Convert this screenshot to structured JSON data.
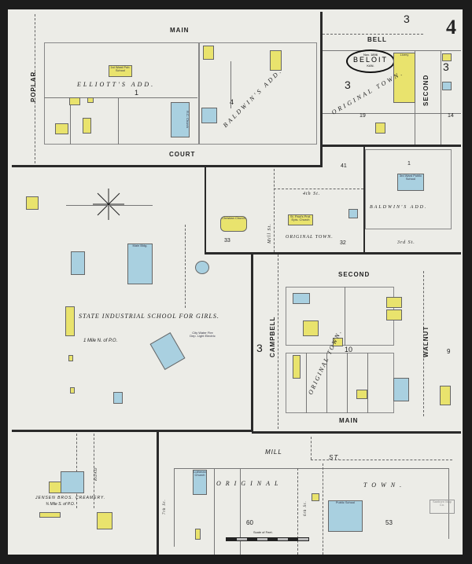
{
  "sheet_number": "4",
  "title_cartouche": {
    "date": "Nov. 1896",
    "town": "BELOIT",
    "state": "KAN."
  },
  "streets": {
    "main_top": "MAIN",
    "poplar": "POPLAR",
    "court": "COURT",
    "bell": "BELL",
    "second_right": "SECOND",
    "second_mid": "SECOND",
    "campbell": "CAMPBELL",
    "walnut": "WALNUT",
    "main_bottom": "MAIN",
    "fourth_st": "4th St.",
    "mill_st_vert": "Mill St.",
    "third_st": "3rd St.",
    "mill": "MILL",
    "st": "ST.",
    "road": "ROAD",
    "seventh_st": "7th St.",
    "sixth_st": "6th St."
  },
  "additions": {
    "elliotts": "ELLIOTT'S ADD.",
    "baldwins_top": "BALDWIN'S ADD.",
    "baldwins_right": "BALDWIN'S ADD.",
    "original_town_top": "ORIGINAL TOWN.",
    "original_town_mid": "ORIGINAL TOWN.",
    "original_town_right": "ORIGINAL TOWN.",
    "original_bottom": "ORIGINAL",
    "town_bottom": "TOWN."
  },
  "block_numbers": [
    "1",
    "4",
    "3",
    "3",
    "19",
    "14",
    "3",
    "41",
    "1",
    "33",
    "32",
    "3",
    "10",
    "9",
    "60",
    "53"
  ],
  "labels": {
    "state_school": "STATE INDUSTRIAL SCHOOL FOR GIRLS.",
    "state_school_distance": "1 Mile N. of P.O.",
    "creamery": "JENSEN BROS. CREAMERY.",
    "creamery_distance": "¾ Mile S. of P.O.",
    "scale": "Scale of Feet.",
    "ward_school_1": "1st Ward Pub. School",
    "rc_church": "R.C. Church",
    "livery": "Livery",
    "ward_school_3": "3rd Ward Public School",
    "christian_church": "Christian Church",
    "st_pauls": "St. Paul's Prot. Epis. Church",
    "main_bldg": "Main Bldg.",
    "public_school": "Public School",
    "lutheran_church": "Lutheran Church",
    "city_water": "City Water Fire Dep. Light Electric",
    "stamp": "Sanborn Map Co."
  },
  "colors": {
    "brick": "#e9e36d",
    "stone": "#a9d0e0",
    "paper": "#ecece7"
  }
}
